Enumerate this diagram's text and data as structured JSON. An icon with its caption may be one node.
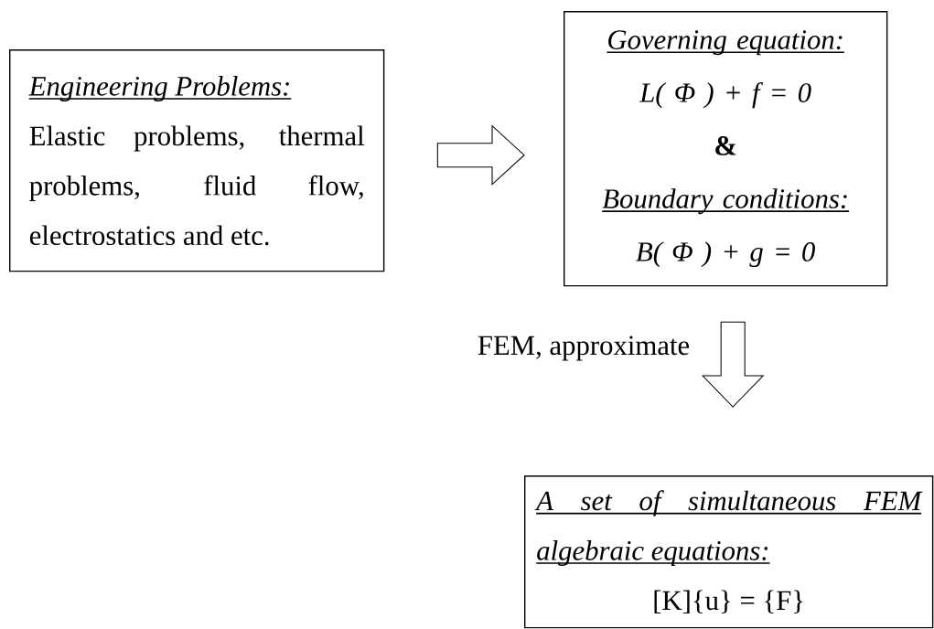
{
  "diagram": {
    "nodes": [
      {
        "text": [
          "Engineering Problems:",
          "Elastic problems, thermal problems, fluid flow, electrostatics and etc."
        ]
      },
      {
        "text": [
          "Governing equation:",
          "L( Φ ) + f = 0",
          "&",
          "Boundary conditions:",
          "B( Φ ) + g = 0"
        ]
      },
      {
        "text": [
          "A set of simultaneous FEM algebraic equations:",
          "[K]{u} = {F}"
        ]
      }
    ],
    "edges": [
      {
        "from": 0,
        "to": 1,
        "arrow": "to"
      },
      {
        "from": 1,
        "to": 2,
        "arrow": "to",
        "label": "FEM, approximate"
      }
    ]
  }
}
